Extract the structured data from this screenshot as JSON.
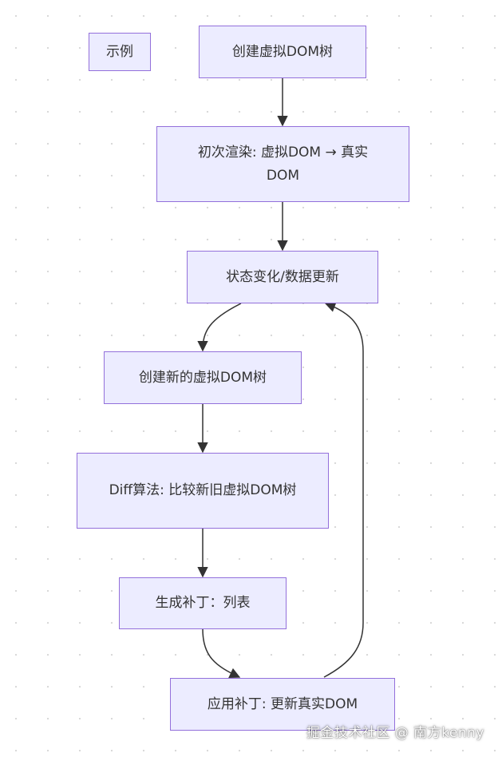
{
  "legend": {
    "label": "示例"
  },
  "nodes": {
    "create_vdom": "创建虚拟DOM树",
    "initial_render": "初次渲染: 虚拟DOM → 真实DOM",
    "state_change": "状态变化/数据更新",
    "create_new_vdom": "创建新的虚拟DOM树",
    "diff": "Diff算法: 比较新旧虚拟DOM树",
    "gen_patch": "生成补丁：列表",
    "apply_patch": "应用补丁: 更新真实DOM"
  },
  "watermark": "掘金技术社区 @ 南方kenny",
  "colors": {
    "node_fill": "#ececff",
    "node_border": "#9370db",
    "edge": "#333333",
    "text": "#333333"
  }
}
